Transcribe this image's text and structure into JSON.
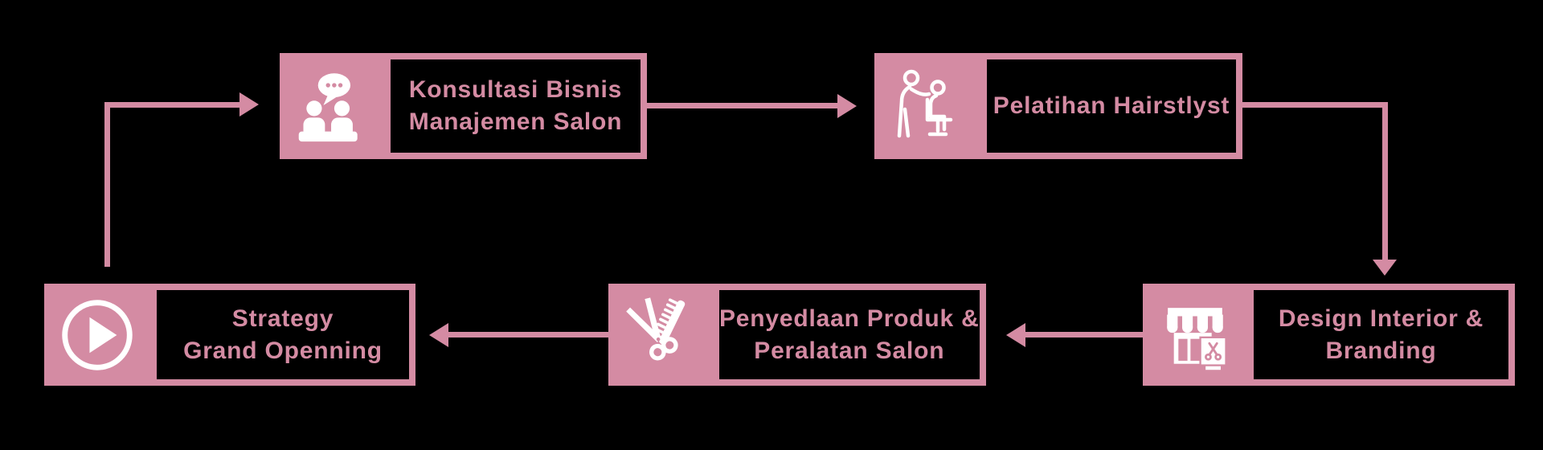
{
  "palette": {
    "pink": "#d48ba3",
    "icon_fg": "#ffffff",
    "background": "#000000"
  },
  "diagram": {
    "steps": [
      {
        "id": "konsultasi",
        "icon": "people-consultation-chat-icon",
        "lines": [
          "Konsultasi Bisnis",
          "Manajemen Salon"
        ]
      },
      {
        "id": "pelatihan",
        "icon": "hairstylist-training-icon",
        "lines": [
          "Pelatihan Hairstlyst"
        ]
      },
      {
        "id": "design",
        "icon": "salon-storefront-icon",
        "lines": [
          "Design Interior &",
          "Branding"
        ]
      },
      {
        "id": "penyediaan",
        "icon": "scissors-comb-icon",
        "lines": [
          "Penyedlaan Produk &",
          "Peralatan Salon"
        ]
      },
      {
        "id": "strategy",
        "icon": "play-button-icon",
        "lines": [
          "Strategy",
          "Grand Openning"
        ]
      }
    ],
    "flow": [
      {
        "from": "konsultasi",
        "to": "pelatihan"
      },
      {
        "from": "pelatihan",
        "to": "design"
      },
      {
        "from": "design",
        "to": "penyediaan"
      },
      {
        "from": "penyediaan",
        "to": "strategy"
      },
      {
        "from": "strategy",
        "to": "konsultasi"
      }
    ]
  }
}
